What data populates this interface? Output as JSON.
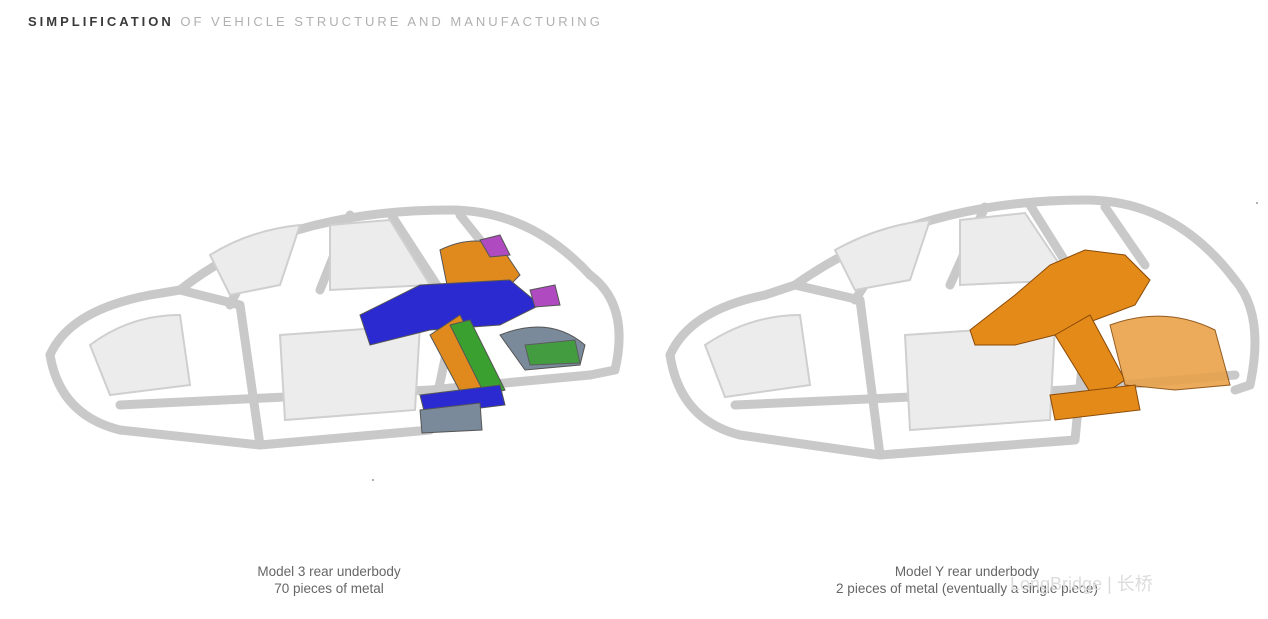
{
  "title": {
    "strong": "SIMPLIFICATION",
    "light": "OF VEHICLE STRUCTURE AND MANUFACTURING"
  },
  "figures": [
    {
      "name": "Model 3",
      "caption_line1": "Model 3 rear underbody",
      "caption_line2": "70 pieces of metal",
      "part_colors": [
        "#e08a1e",
        "#2a2ad0",
        "#3aa030",
        "#b04ac0",
        "#7a8a9a"
      ]
    },
    {
      "name": "Model Y",
      "caption_line1": "Model Y rear underbody",
      "caption_line2": "2 pieces of metal (eventually a single piece)",
      "part_colors": [
        "#e38a18"
      ]
    }
  ],
  "colors": {
    "frame": "#d6d6d6",
    "frame_stroke": "#b8b8b8"
  },
  "watermark": "LongBridge | 长桥"
}
